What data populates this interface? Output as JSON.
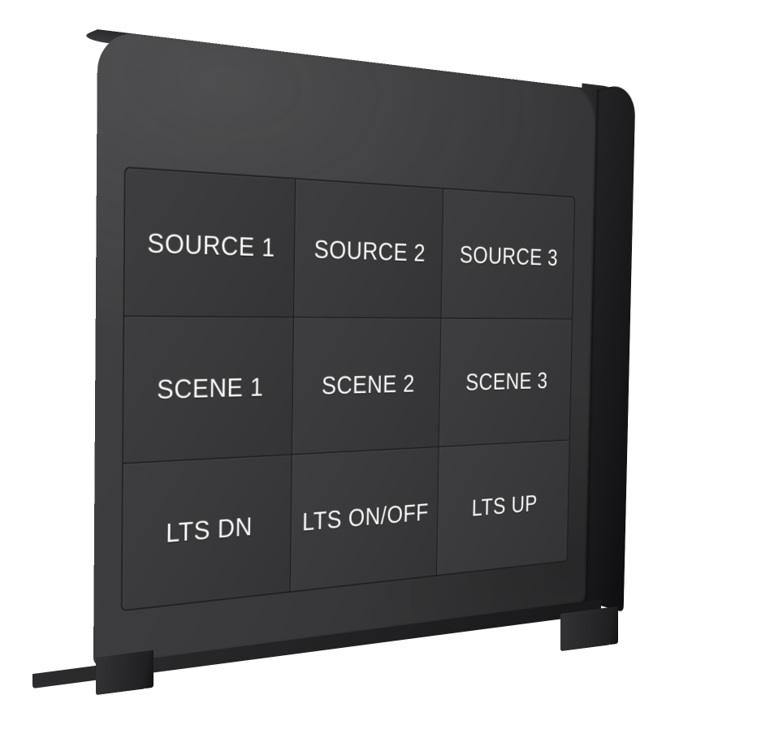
{
  "product": {
    "name": "9-Button Wall Control Keypad",
    "view": "3D perspective render, front-left three-quarter view",
    "background_color": "#ffffff"
  },
  "colors": {
    "face": "#3a3a3c",
    "face_highlight": "#434345",
    "side": "#1a1a1c",
    "side_dark": "#0e0e10",
    "seam": "#1a1a1c",
    "label_text": "#fdfdfd"
  },
  "keypad": {
    "rows": 3,
    "columns": 3,
    "buttons": [
      {
        "id": "source-1",
        "label": "SOURCE 1",
        "row": 1,
        "col": 1
      },
      {
        "id": "source-2",
        "label": "SOURCE 2",
        "row": 1,
        "col": 2
      },
      {
        "id": "source-3",
        "label": "SOURCE 3",
        "row": 1,
        "col": 3
      },
      {
        "id": "scene-1",
        "label": "SCENE 1",
        "row": 2,
        "col": 1
      },
      {
        "id": "scene-2",
        "label": "SCENE 2",
        "row": 2,
        "col": 2
      },
      {
        "id": "scene-3",
        "label": "SCENE 3",
        "row": 2,
        "col": 3
      },
      {
        "id": "lts-dn",
        "label": "LTS DN",
        "row": 3,
        "col": 1
      },
      {
        "id": "lts-onoff",
        "label": "LTS ON/OFF",
        "row": 3,
        "col": 2
      },
      {
        "id": "lts-up",
        "label": "LTS UP",
        "row": 3,
        "col": 3
      }
    ]
  },
  "hardware": {
    "mounting_tabs": [
      {
        "id": "tab-left",
        "position": "bottom-left"
      },
      {
        "id": "tab-right",
        "position": "bottom-right"
      }
    ]
  }
}
